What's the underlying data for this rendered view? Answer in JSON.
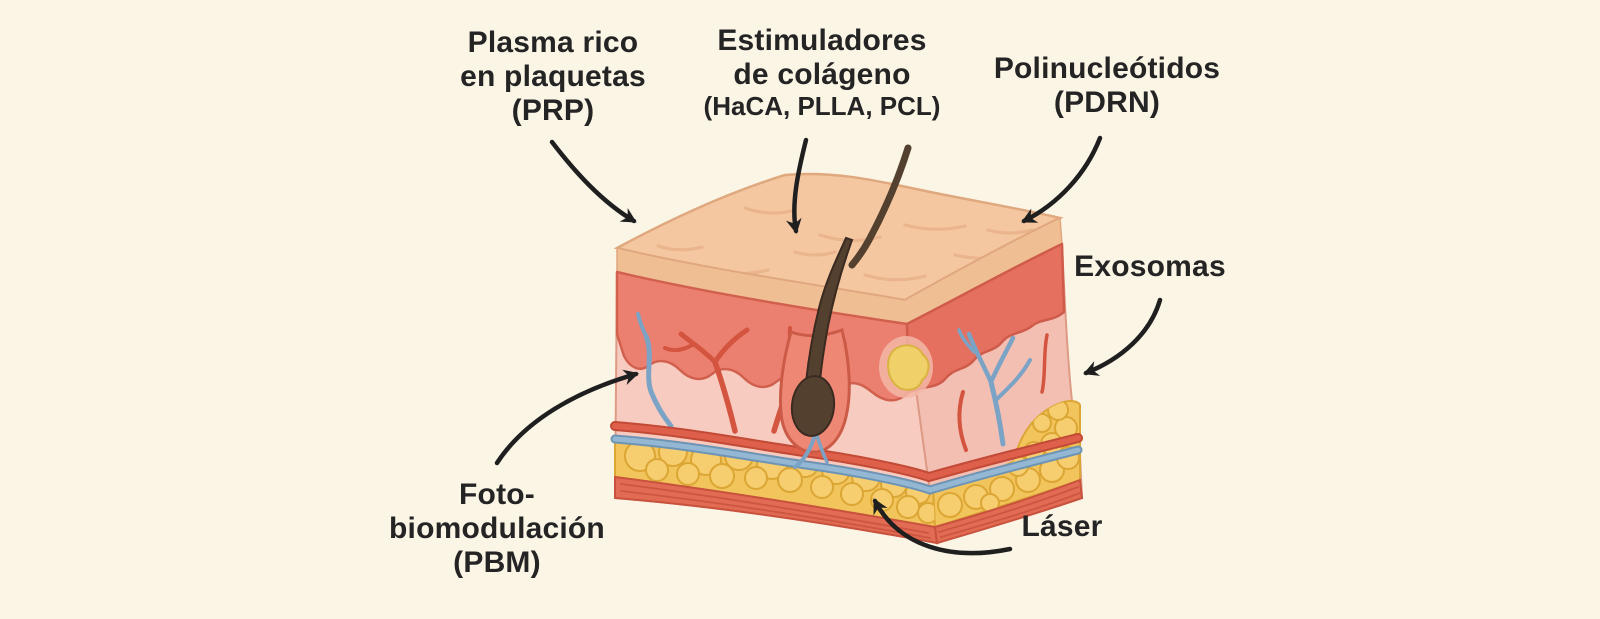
{
  "figure": {
    "kind": "skin cross-section treatments diagram",
    "language": "es"
  },
  "labels": [
    {
      "id": "prp",
      "lines": [
        "Plasma rico",
        "en plaquetas",
        "(PRP)"
      ]
    },
    {
      "id": "estimuladores",
      "lines": [
        "Estimuladores",
        "de colágeno",
        "(HaCA, PLLA, PCL)"
      ]
    },
    {
      "id": "polinucleotidos",
      "lines": [
        "Polinucleótidos",
        "(PDRN)"
      ]
    },
    {
      "id": "exosomas",
      "lines": [
        "Exosomas"
      ]
    },
    {
      "id": "fotobiomodulacion",
      "lines": [
        "Foto-",
        "biomodulación",
        "(PBM)"
      ]
    },
    {
      "id": "laser",
      "lines": [
        "Láser"
      ]
    }
  ],
  "arrows": [
    {
      "from": "prp",
      "points_to": "skin surface, top left"
    },
    {
      "from": "estimuladores",
      "points_to": "skin surface, center"
    },
    {
      "from": "polinucleotidos",
      "points_to": "skin surface, top right"
    },
    {
      "from": "exosomas",
      "points_to": "dermis, right side"
    },
    {
      "from": "fotobiomodulacion",
      "points_to": "dermis, left side"
    },
    {
      "from": "laser",
      "points_to": "subcutaneous fat layer"
    }
  ],
  "colors": {
    "background": "#FBF5E6",
    "text": "#242424",
    "arrow": "#1F1F1F",
    "skin_surface": "#F5C7A1",
    "surface_band": "#EFBF93",
    "epidermis": "#EC8070",
    "epidermis_side": "#E5705F",
    "dermis": "#F7CBBF",
    "dermis_side": "#F3BFB3",
    "fat": "#F2C45C",
    "fat_lobule": "#F6CE6F",
    "fat_outline": "#DBA634",
    "muscle": "#E26B53",
    "muscle_line": "#C8523E",
    "vessel_red": "#D4553F",
    "vessel_blue": "#7BA3C6",
    "hair": "#54402F",
    "hair_outline": "#3A2A20",
    "follicle": "#EE8875",
    "follicle_outline": "#CB5A47",
    "gland": "#F0D169",
    "gland_outline": "#D9B340",
    "gland_halo": "#F3B7A6",
    "outline_soft": "#DD9A85",
    "wrinkle": "#E5AD87"
  }
}
